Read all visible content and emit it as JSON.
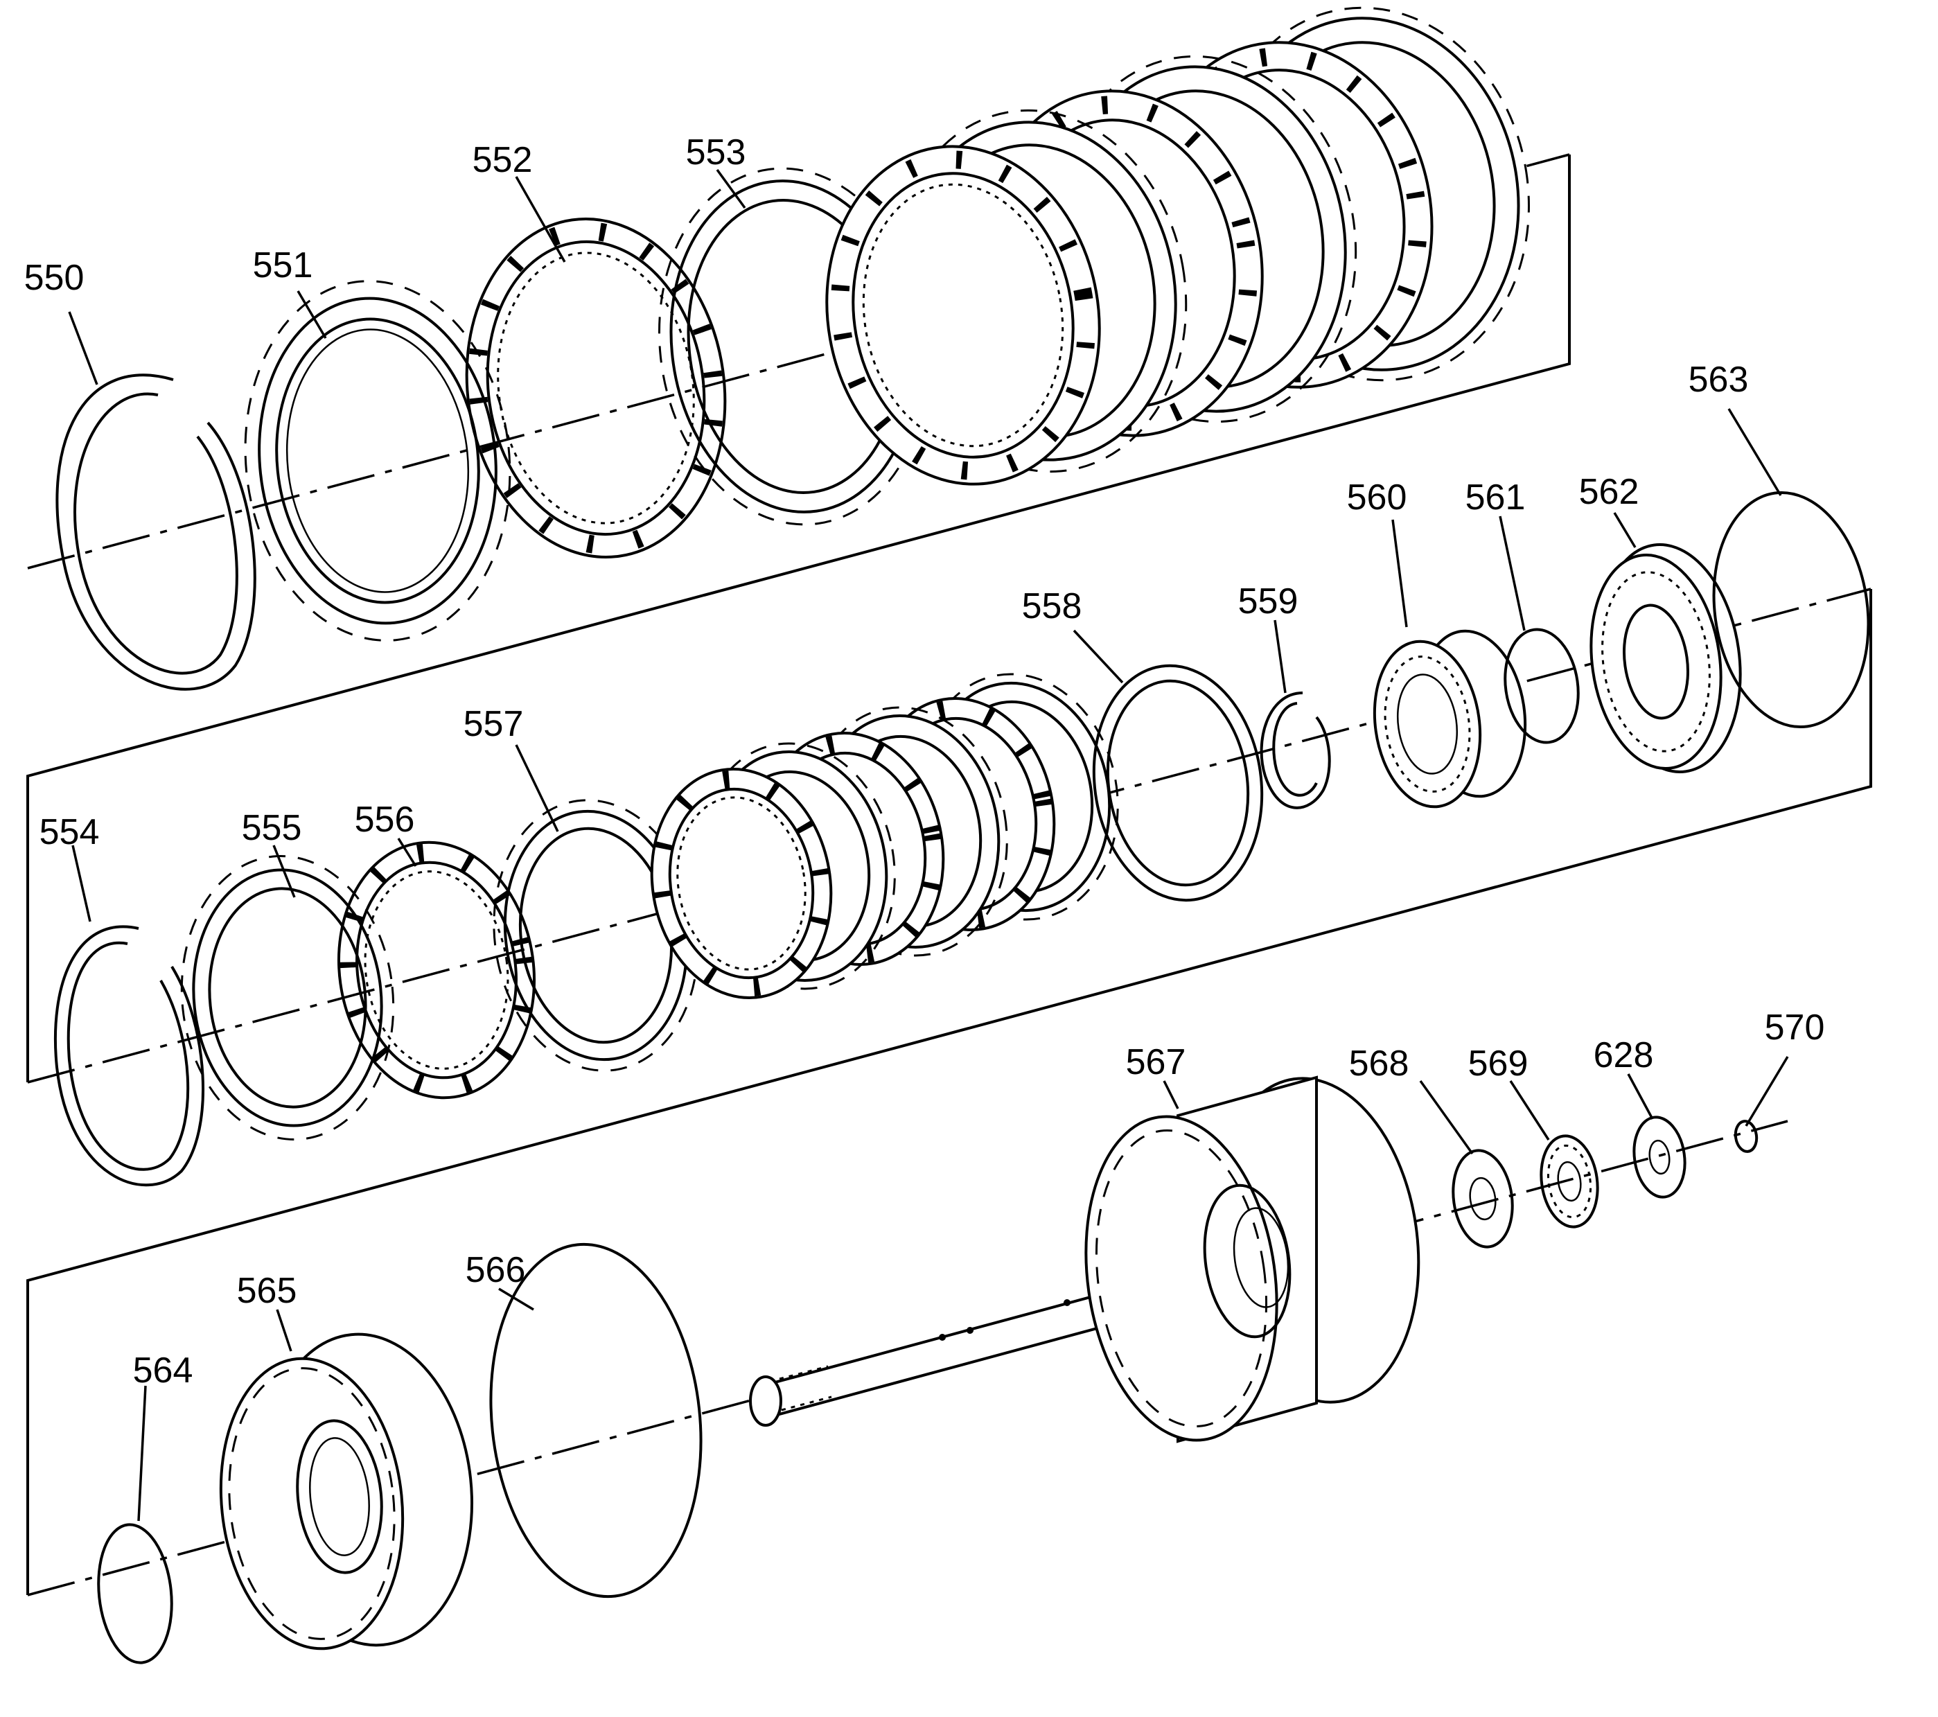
{
  "callouts": [
    {
      "id": "c550",
      "text": "550"
    },
    {
      "id": "c551",
      "text": "551"
    },
    {
      "id": "c552",
      "text": "552"
    },
    {
      "id": "c553",
      "text": "553"
    },
    {
      "id": "c554",
      "text": "554"
    },
    {
      "id": "c555",
      "text": "555"
    },
    {
      "id": "c556",
      "text": "556"
    },
    {
      "id": "c557",
      "text": "557"
    },
    {
      "id": "c558",
      "text": "558"
    },
    {
      "id": "c559",
      "text": "559"
    },
    {
      "id": "c560",
      "text": "560"
    },
    {
      "id": "c561",
      "text": "561"
    },
    {
      "id": "c562",
      "text": "562"
    },
    {
      "id": "c563",
      "text": "563"
    },
    {
      "id": "c564",
      "text": "564"
    },
    {
      "id": "c565",
      "text": "565"
    },
    {
      "id": "c566",
      "text": "566"
    },
    {
      "id": "c567",
      "text": "567"
    },
    {
      "id": "c568",
      "text": "568"
    },
    {
      "id": "c569",
      "text": "569"
    },
    {
      "id": "c628",
      "text": "628"
    },
    {
      "id": "c570",
      "text": "570"
    }
  ]
}
